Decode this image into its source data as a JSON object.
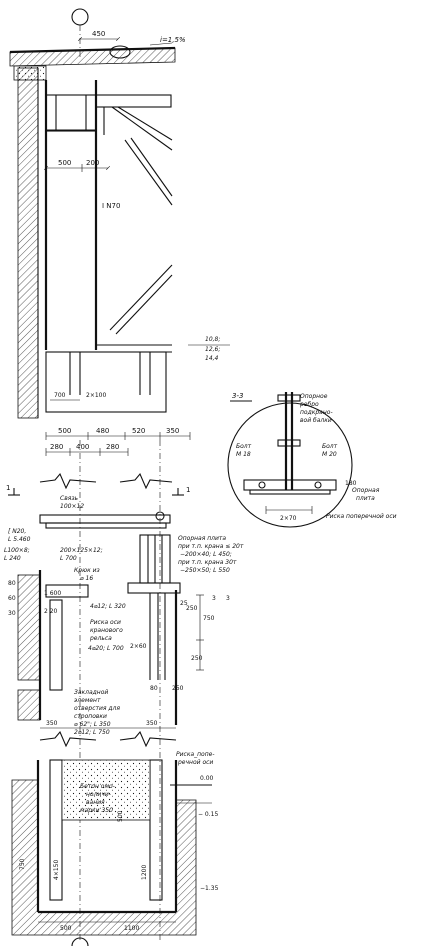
{
  "dims": {
    "top_450": "450",
    "slope": "i=1,5%",
    "d500_200": [
      "500",
      "200"
    ],
    "beam": "I N70",
    "elev_top": [
      "10,8;",
      "12,6;",
      "14,4"
    ],
    "d700": "700",
    "d2x100": "2×100",
    "d500_480": [
      "500",
      "480"
    ],
    "d520_350": [
      "520",
      "350"
    ],
    "d280_400_280": [
      "280",
      "400",
      "280"
    ],
    "d60": "60",
    "d1_600": "1 600",
    "d2_20": "2 20",
    "d80": "80",
    "d250a": "250",
    "d750a": "750",
    "d250b": "250",
    "d2x60": "2×60",
    "d80_250": [
      "80",
      "250"
    ],
    "d350a": "350",
    "d350b": "350",
    "d30": "30",
    "d500b": "500",
    "d1200": "1200",
    "d4x150": "4×150",
    "d1100": "1100",
    "d500c": "500",
    "d750b": "750",
    "d25": "25",
    "d180": "180",
    "d2x70": "2×70"
  },
  "labels": {
    "section": "3-3",
    "section_marks": [
      "3",
      "3"
    ],
    "plate_label": [
      "Опорное",
      "ребро",
      "подкрано-",
      "вой балки"
    ],
    "bolt_m18": [
      "Болт",
      "М 18"
    ],
    "bolt_m20": [
      "Болт",
      "М 20"
    ],
    "support_plate": [
      "Опорная",
      "плита"
    ],
    "transverse_axis_detail": "Риска поперечной оси",
    "axis_mark_left": "1",
    "axis_mark_right": "1",
    "svyaz": [
      "Связь",
      "100×12"
    ],
    "n20": [
      "[ N20,",
      "L 5.460"
    ],
    "angle_100x8": [
      "L100×8;",
      "L 240"
    ],
    "plate_200": [
      "200×125×12;",
      "L 700"
    ],
    "hook": [
      "Крюк из",
      "⌀ 16"
    ],
    "bolts_4_12": "4⌀12; L 320",
    "rail_axis": [
      "Риска оси",
      "кранового",
      "рельса"
    ],
    "bolts_4_20": "4⌀20; L 700",
    "support_plate_note": [
      "Опорная плита",
      "при т.п. крана ≤ 20т",
      "−200×40; L 450;",
      "при т.п. крана 30т",
      "−250×50; L 550"
    ],
    "embedded": [
      "Закладной",
      "элемент",
      "отверстия для",
      "строповки",
      "⌀ 62\"; L 350",
      "2⌀12; L 750"
    ],
    "transverse_axis": [
      "Риска_попе-",
      "речной оси"
    ],
    "elev_0": "0.00",
    "elev_015": "− 0.15",
    "concrete": [
      "Бетон омо-",
      "ноличи-",
      "вания",
      "марки 350"
    ],
    "elev_135": "−1.35"
  }
}
